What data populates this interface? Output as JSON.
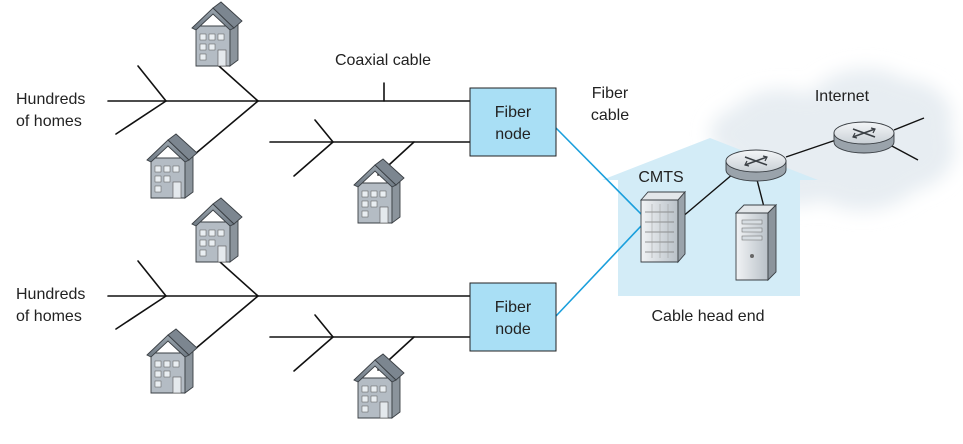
{
  "labels": {
    "hundreds_of_homes_line1": "Hundreds",
    "hundreds_of_homes_line2": "of homes",
    "coaxial_cable": "Coaxial cable",
    "fiber_cable_line1": "Fiber",
    "fiber_cable_line2": "cable",
    "fiber_node_line1": "Fiber",
    "fiber_node_line2": "node",
    "internet": "Internet",
    "cmts": "CMTS",
    "cable_head_end": "Cable head end"
  },
  "colors": {
    "fiber_line": "#1a9fdc",
    "fiber_node_fill": "#a9dff5",
    "head_end_fill": "#d3ecf7",
    "internet_cloud_fill": "#e7edf2",
    "house_body": "#b4bcc4"
  },
  "icons": {
    "house": "house-icon",
    "router": "router-icon",
    "cmts": "cmts-rack-icon",
    "server": "server-tower-icon"
  }
}
